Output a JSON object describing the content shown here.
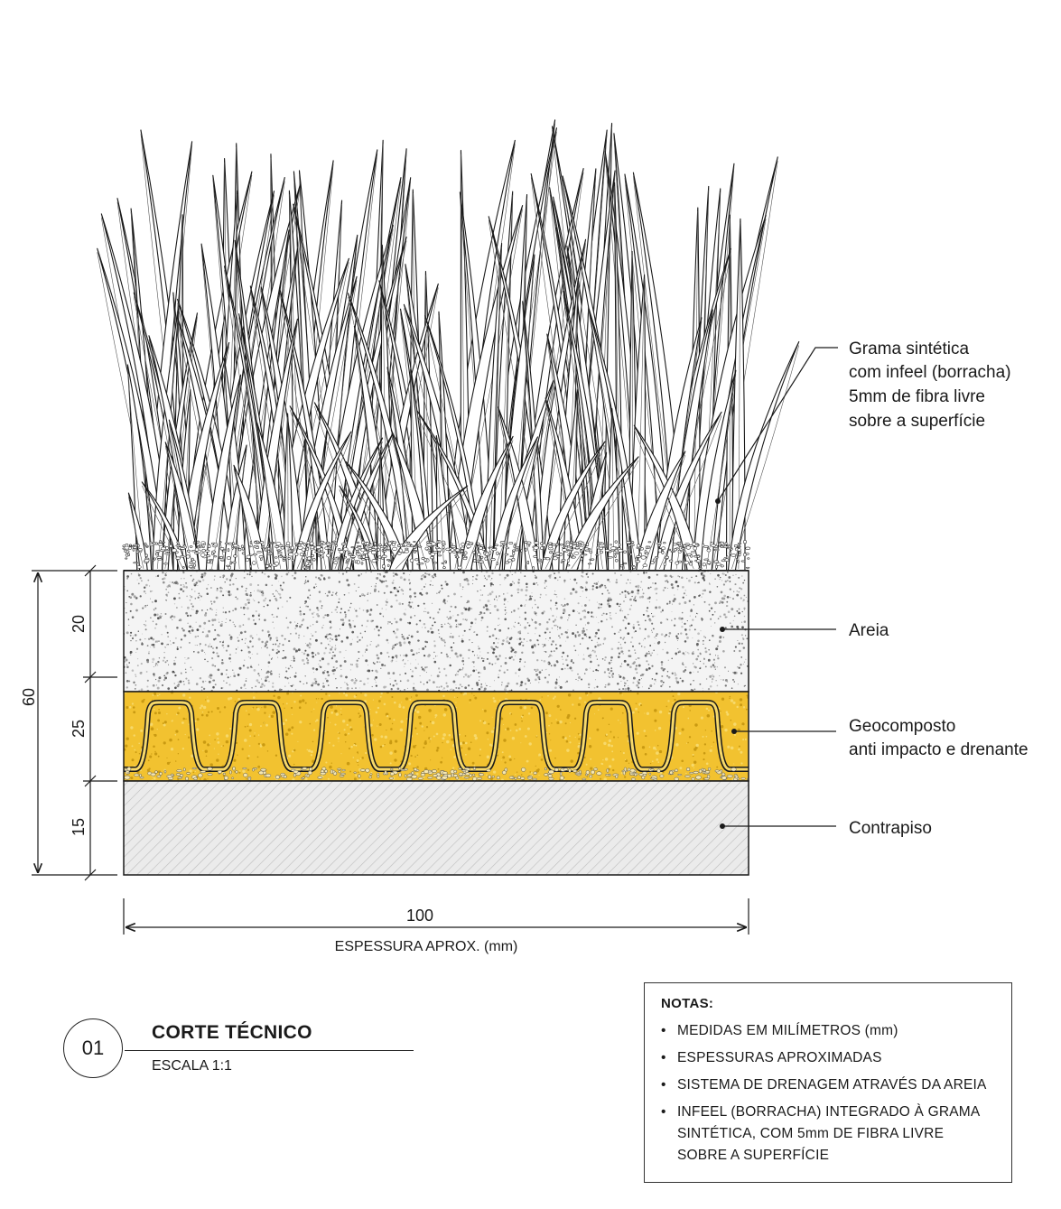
{
  "labels": {
    "grama": [
      "Grama sintética",
      "com infeel (borracha)",
      "5mm de fibra livre",
      "sobre a superfície"
    ],
    "areia": "Areia",
    "geocomposto": [
      "Geocomposto",
      "anti impacto e drenante"
    ],
    "contrapiso": "Contrapiso"
  },
  "dimensions": {
    "total": "60",
    "layer_areia": "20",
    "layer_geocomposto": "25",
    "layer_contrapiso": "15",
    "width": "100",
    "width_caption": "ESPESSURA APROX. (mm)"
  },
  "title_block": {
    "number": "01",
    "title": "CORTE TÉCNICO",
    "scale": "ESCALA 1:1"
  },
  "notes": {
    "heading": "NOTAS:",
    "items": [
      "MEDIDAS EM MILÍMETROS (mm)",
      "ESPESSURAS APROXIMADAS",
      "SISTEMA DE DRENAGEM ATRAVÉS DA AREIA",
      "INFEEL (BORRACHA) INTEGRADO À GRAMA SINTÉTICA, COM 5mm DE FIBRA LIVRE SOBRE A SUPERFÍCIE"
    ]
  },
  "colors": {
    "geocomposto": "#f2c230",
    "geocomposto_light": "#f7d96a",
    "line": "#1a1a1a",
    "contrapiso": "#e6e6e6"
  }
}
